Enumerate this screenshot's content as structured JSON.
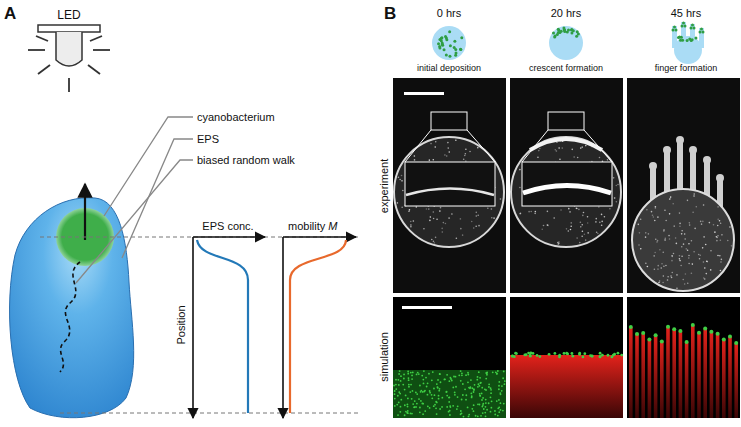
{
  "diagram": {
    "labels": [
      "A",
      "LED",
      "cyanobacterium",
      "EPS",
      "biased random walk",
      "EPS conc.",
      "mobility",
      "M",
      "Position",
      "B",
      "0 hrs",
      "20 hrs",
      "45 hrs",
      "initial deposition",
      "crescent formation",
      "finger formation",
      "experiment",
      "simulation"
    ]
  }
}
